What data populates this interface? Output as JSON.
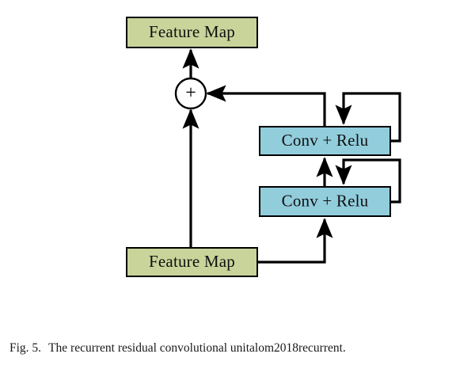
{
  "figure": {
    "caption_prefix": "Fig. 5.",
    "caption_text": "The recurrent residual convolutional unitalom2018recurrent.",
    "nodes": {
      "output_feature_map": {
        "label": "Feature Map",
        "fill": "#c8d49a",
        "stroke": "#000000"
      },
      "input_feature_map": {
        "label": "Feature Map",
        "fill": "#c8d49a",
        "stroke": "#000000"
      },
      "conv_relu_top": {
        "label": "Conv + Relu",
        "fill": "#92cddc",
        "stroke": "#000000"
      },
      "conv_relu_bottom": {
        "label": "Conv + Relu",
        "fill": "#92cddc",
        "stroke": "#000000"
      },
      "add_operator": {
        "label": "+",
        "fill": "#ffffff",
        "stroke": "#000000"
      }
    },
    "edges": [
      {
        "name": "add-to-output",
        "from": "add_operator",
        "to": "output_feature_map"
      },
      {
        "name": "input-to-conv-bottom",
        "from": "input_feature_map",
        "to": "conv_relu_bottom"
      },
      {
        "name": "conv-bottom-to-conv-top",
        "from": "conv_relu_bottom",
        "to": "conv_relu_top"
      },
      {
        "name": "conv-top-to-add",
        "from": "conv_relu_top",
        "to": "add_operator"
      },
      {
        "name": "skip-connection",
        "from": "input_feature_map",
        "to": "add_operator"
      },
      {
        "name": "recurrent-loop-top",
        "from": "conv_relu_top",
        "to": "conv_relu_top"
      },
      {
        "name": "recurrent-loop-bottom",
        "from": "conv_relu_bottom",
        "to": "conv_relu_bottom"
      }
    ],
    "colors": {
      "feature_map_green": "#c8d49a",
      "conv_blue": "#92cddc",
      "line_black": "#000000",
      "background": "#ffffff"
    }
  }
}
